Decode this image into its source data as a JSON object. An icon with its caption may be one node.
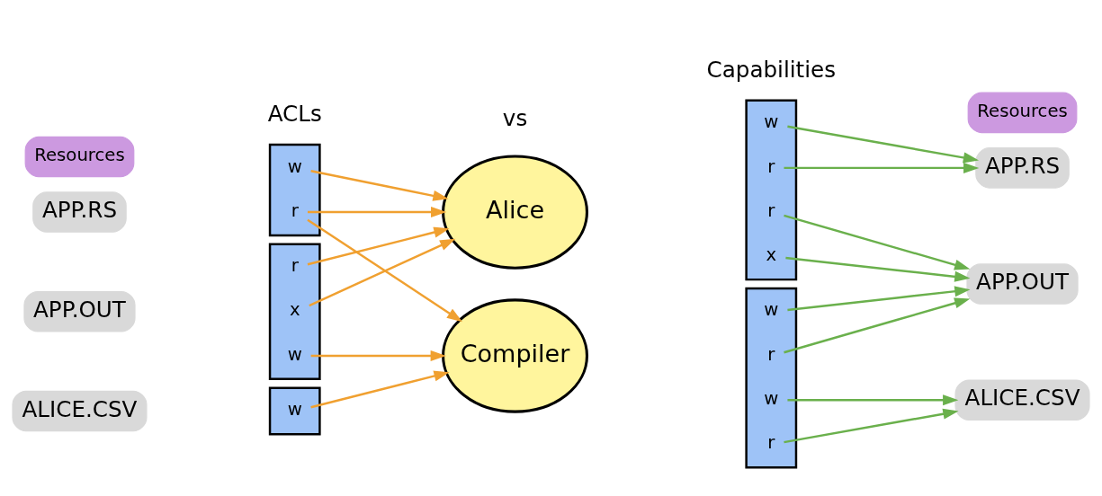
{
  "diagram": {
    "nodes": [
      {
        "text": [
          "Resources"
        ]
      },
      {
        "text": [
          "APP.RS"
        ]
      },
      {
        "text": [
          "APP.OUT"
        ]
      },
      {
        "text": [
          "ALICE.CSV"
        ]
      },
      {
        "text": [],
        "shape": "box"
      },
      {
        "text": [
          "w"
        ],
        "in": 4
      },
      {
        "text": [
          "r"
        ],
        "in": 4
      },
      {
        "text": [],
        "shape": "box"
      },
      {
        "text": [
          "r"
        ],
        "in": 7
      },
      {
        "text": [
          "w"
        ],
        "in": 7
      },
      {
        "text": [
          "x"
        ],
        "in": 7
      },
      {
        "text": [],
        "shape": "box"
      },
      {
        "text": [
          "w"
        ],
        "in": 11
      },
      {
        "text": [
          "Alice"
        ]
      },
      {
        "text": [
          "Compiler"
        ]
      },
      {
        "text": [],
        "shape": "box"
      },
      {
        "text": [
          "r"
        ],
        "in": 15
      },
      {
        "text": [
          "w"
        ],
        "in": 15
      },
      {
        "text": [
          "x"
        ],
        "in": 15
      },
      {
        "text": [
          "r"
        ],
        "in": 15
      },
      {
        "text": [],
        "shape": "box"
      },
      {
        "text": [
          "r"
        ],
        "in": 20
      },
      {
        "text": [
          "w"
        ],
        "in": 20
      },
      {
        "text": [
          "r"
        ],
        "in": 20
      },
      {
        "text": [
          "w"
        ],
        "in": 20
      },
      {
        "text": [
          "Resources"
        ]
      },
      {
        "text": [
          "APP.RS"
        ]
      },
      {
        "text": [
          "APP.OUT"
        ]
      },
      {
        "text": [
          "ALICE.CSV"
        ]
      }
    ],
    "edges": [
      {
        "from": 5,
        "to": 13,
        "arrow": "to",
        "color": "#f0a030"
      },
      {
        "from": 6,
        "to": 13,
        "arrow": "to",
        "color": "#f0a030"
      },
      {
        "from": 6,
        "to": 14,
        "arrow": "to",
        "color": "#f0a030"
      },
      {
        "from": 8,
        "to": 13,
        "arrow": "to",
        "color": "#f0a030"
      },
      {
        "from": 9,
        "to": 14,
        "arrow": "to",
        "color": "#f0a030"
      },
      {
        "from": 10,
        "to": 13,
        "arrow": "to",
        "color": "#f0a030"
      },
      {
        "from": 12,
        "to": 14,
        "arrow": "to",
        "color": "#f0a030"
      },
      {
        "from": 16,
        "to": 26,
        "arrow": "to"
      },
      {
        "from": 17,
        "to": 26,
        "arrow": "to"
      },
      {
        "from": 18,
        "to": 27,
        "arrow": "to"
      },
      {
        "from": 19,
        "to": 27,
        "arrow": "to"
      },
      {
        "from": 21,
        "to": 27,
        "arrow": "to"
      },
      {
        "from": 22,
        "to": 27,
        "arrow": "to"
      },
      {
        "from": 23,
        "to": 28,
        "arrow": "to"
      },
      {
        "from": 24,
        "to": 28,
        "arrow": "to"
      }
    ],
    "labels": [
      "ACLs",
      "vs",
      "Capabilities"
    ]
  }
}
